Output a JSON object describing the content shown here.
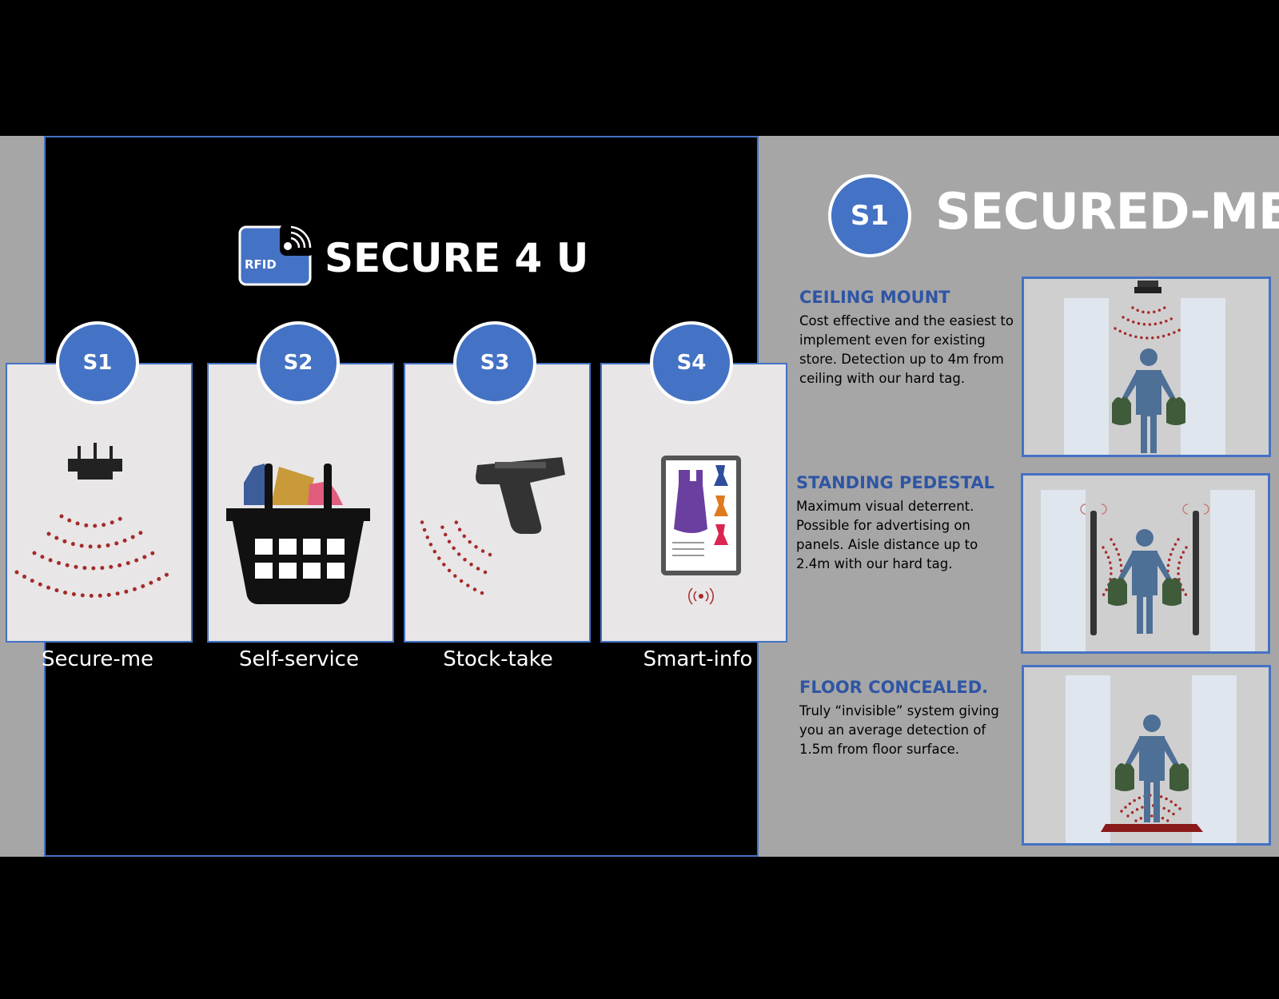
{
  "brand": {
    "badge_text": "RFID",
    "title": "SECURE 4 U"
  },
  "cards": [
    {
      "badge": "S1",
      "label": "Secure-me",
      "icon": "ceiling-antenna-icon"
    },
    {
      "badge": "S2",
      "label": "Self-service",
      "icon": "shopping-basket-icon"
    },
    {
      "badge": "S3",
      "label": "Stock-take",
      "icon": "handheld-scanner-icon"
    },
    {
      "badge": "S4",
      "label": "Smart-info",
      "icon": "smart-display-icon"
    }
  ],
  "detail": {
    "badge": "S1",
    "title": "SECURED-ME",
    "features": [
      {
        "title": "CEILING MOUNT",
        "description": "Cost effective and the easiest to implement even for existing store. Detection up to 4m from ceiling with our hard tag.",
        "icon": "ceiling-mount-scene-icon"
      },
      {
        "title": "STANDING PEDESTAL",
        "description": "Maximum visual deterrent. Possible for advertising on panels.  Aisle distance up to 2.4m with our hard tag.",
        "icon": "pedestal-scene-icon"
      },
      {
        "title": "FLOOR CONCEALED.",
        "description": "Truly “invisible” system giving you an average detection of 1.5m from floor surface.",
        "icon": "floor-scene-icon"
      }
    ]
  },
  "colors": {
    "accent": "#4472c4",
    "title_blue": "#2f55a4",
    "signal_red": "#a52a2a",
    "person": "#4e6f96",
    "bag": "#3f5b3a",
    "mat": "#8b1a1a"
  }
}
